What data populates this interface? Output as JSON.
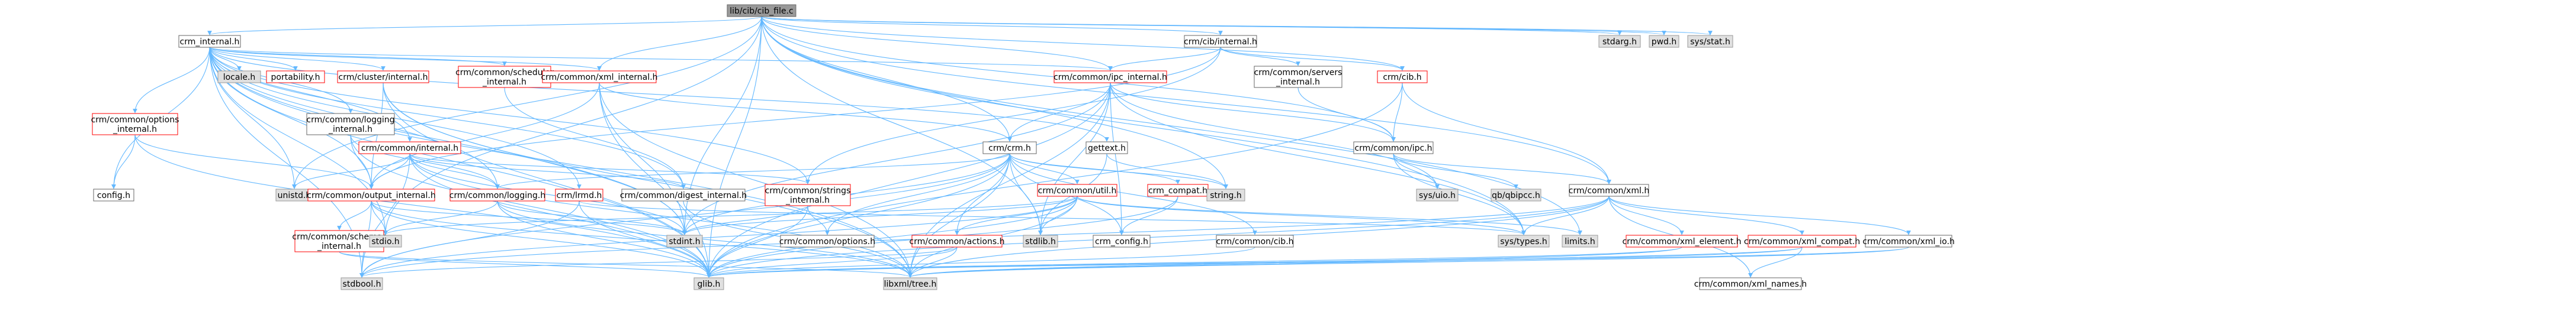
{
  "colors": {
    "root_fill": "#999999",
    "root_stroke": "#666666",
    "normal_fill": "#ffffff",
    "normal_stroke": "#666666",
    "red_fill": "#ffffff",
    "red_stroke": "#ff0000",
    "system_fill": "#e0e0e0",
    "system_stroke": "#999999",
    "edge": "#63b8ff",
    "text": "#000000"
  },
  "nodes": {
    "root": {
      "label": "lib/cib/cib_file.c",
      "kind": "root"
    },
    "crm_internal": {
      "label": "crm_internal.h",
      "kind": "normal"
    },
    "cib_internal": {
      "label": "crm/cib/internal.h",
      "kind": "normal"
    },
    "stdarg": {
      "label": "stdarg.h",
      "kind": "system"
    },
    "pwd": {
      "label": "pwd.h",
      "kind": "system"
    },
    "sysstat": {
      "label": "sys/stat.h",
      "kind": "system"
    },
    "locale": {
      "label": "locale.h",
      "kind": "system"
    },
    "portability": {
      "label": "portability.h",
      "kind": "red"
    },
    "cluster_internal": {
      "label": "crm/cluster/internal.h",
      "kind": "red"
    },
    "scheduler_internal": {
      "label": "crm/common/scheduler\n_internal.h",
      "kind": "red"
    },
    "xml_internal": {
      "label": "crm/common/xml_internal.h",
      "kind": "red"
    },
    "ipc_internal": {
      "label": "crm/common/ipc_internal.h",
      "kind": "red"
    },
    "servers_internal": {
      "label": "crm/common/servers\n_internal.h",
      "kind": "normal"
    },
    "cib_h": {
      "label": "crm/cib.h",
      "kind": "red"
    },
    "options_internal": {
      "label": "crm/common/options\n_internal.h",
      "kind": "red"
    },
    "logging_internal": {
      "label": "crm/common/logging\n_internal.h",
      "kind": "normal"
    },
    "common_internal": {
      "label": "crm/common/internal.h",
      "kind": "red"
    },
    "crm_h": {
      "label": "crm/crm.h",
      "kind": "normal"
    },
    "gettext": {
      "label": "gettext.h",
      "kind": "normal"
    },
    "ipc_h": {
      "label": "crm/common/ipc.h",
      "kind": "normal"
    },
    "config": {
      "label": "config.h",
      "kind": "normal"
    },
    "unistd": {
      "label": "unistd.h",
      "kind": "system"
    },
    "output_internal": {
      "label": "crm/common/output_internal.h",
      "kind": "red"
    },
    "logging_h": {
      "label": "crm/common/logging.h",
      "kind": "red"
    },
    "lrmd": {
      "label": "crm/lrmd.h",
      "kind": "red"
    },
    "digest_internal": {
      "label": "crm/common/digest_internal.h",
      "kind": "normal"
    },
    "strings_internal": {
      "label": "crm/common/strings\n_internal.h",
      "kind": "red"
    },
    "util_h": {
      "label": "crm/common/util.h",
      "kind": "red"
    },
    "crm_compat": {
      "label": "crm_compat.h",
      "kind": "red"
    },
    "string_h": {
      "label": "string.h",
      "kind": "system"
    },
    "sysuio": {
      "label": "sys/uio.h",
      "kind": "system"
    },
    "qbipcc": {
      "label": "qb/qbipcc.h",
      "kind": "system"
    },
    "xml_h": {
      "label": "crm/common/xml.h",
      "kind": "normal"
    },
    "schemas_internal": {
      "label": "crm/common/schemas\n_internal.h",
      "kind": "red"
    },
    "stdio": {
      "label": "stdio.h",
      "kind": "system"
    },
    "stdint": {
      "label": "stdint.h",
      "kind": "system"
    },
    "options_h": {
      "label": "crm/common/options.h",
      "kind": "normal"
    },
    "actions": {
      "label": "crm/common/actions.h",
      "kind": "red"
    },
    "stdlib": {
      "label": "stdlib.h",
      "kind": "system"
    },
    "crm_config": {
      "label": "crm_config.h",
      "kind": "normal"
    },
    "common_cib": {
      "label": "crm/common/cib.h",
      "kind": "normal"
    },
    "systypes": {
      "label": "sys/types.h",
      "kind": "system"
    },
    "limits": {
      "label": "limits.h",
      "kind": "system"
    },
    "xml_element": {
      "label": "crm/common/xml_element.h",
      "kind": "red"
    },
    "xml_compat": {
      "label": "crm/common/xml_compat.h",
      "kind": "red"
    },
    "xml_io": {
      "label": "crm/common/xml_io.h",
      "kind": "normal"
    },
    "stdbool": {
      "label": "stdbool.h",
      "kind": "system"
    },
    "glib": {
      "label": "glib.h",
      "kind": "system"
    },
    "libxml": {
      "label": "libxml/tree.h",
      "kind": "system"
    },
    "xml_names": {
      "label": "crm/common/xml_names.h",
      "kind": "normal"
    }
  },
  "edges": [
    [
      "root",
      "crm_internal"
    ],
    [
      "root",
      "cib_internal"
    ],
    [
      "root",
      "stdarg"
    ],
    [
      "root",
      "pwd"
    ],
    [
      "root",
      "sysstat"
    ],
    [
      "root",
      "xml_internal"
    ],
    [
      "root",
      "ipc_internal"
    ],
    [
      "root",
      "cib_h"
    ],
    [
      "root",
      "crm_h"
    ],
    [
      "root",
      "ipc_h"
    ],
    [
      "root",
      "string_h"
    ],
    [
      "root",
      "stdio"
    ],
    [
      "root",
      "unistd"
    ],
    [
      "root",
      "xml_h"
    ],
    [
      "root",
      "stdint"
    ],
    [
      "root",
      "systypes"
    ],
    [
      "root",
      "limits"
    ],
    [
      "root",
      "stdlib"
    ],
    [
      "root",
      "glib"
    ],
    [
      "crm_internal",
      "config"
    ],
    [
      "crm_internal",
      "locale"
    ],
    [
      "crm_internal",
      "portability"
    ],
    [
      "crm_internal",
      "cluster_internal"
    ],
    [
      "crm_internal",
      "scheduler_internal"
    ],
    [
      "crm_internal",
      "xml_internal"
    ],
    [
      "crm_internal",
      "ipc_internal"
    ],
    [
      "crm_internal",
      "options_internal"
    ],
    [
      "crm_internal",
      "logging_internal"
    ],
    [
      "crm_internal",
      "common_internal"
    ],
    [
      "crm_internal",
      "gettext"
    ],
    [
      "crm_internal",
      "output_internal"
    ],
    [
      "crm_internal",
      "logging_h"
    ],
    [
      "crm_internal",
      "lrmd"
    ],
    [
      "crm_internal",
      "digest_internal"
    ],
    [
      "crm_internal",
      "stdbool"
    ],
    [
      "crm_internal",
      "glib"
    ],
    [
      "crm_internal",
      "libxml"
    ],
    [
      "crm_internal",
      "stdint"
    ],
    [
      "crm_internal",
      "stdio"
    ],
    [
      "crm_internal",
      "unistd"
    ],
    [
      "crm_internal",
      "strings_internal"
    ],
    [
      "cib_internal",
      "ipc_internal"
    ],
    [
      "cib_internal",
      "servers_internal"
    ],
    [
      "cib_internal",
      "cib_h"
    ],
    [
      "cib_internal",
      "output_internal"
    ],
    [
      "cib_internal",
      "strings_internal"
    ],
    [
      "servers_internal",
      "ipc_h"
    ],
    [
      "cib_h",
      "ipc_h"
    ],
    [
      "cib_h",
      "xml_h"
    ],
    [
      "cib_h",
      "glib"
    ],
    [
      "ipc_internal",
      "crm_h"
    ],
    [
      "ipc_internal",
      "ipc_h"
    ],
    [
      "ipc_internal",
      "sysuio"
    ],
    [
      "ipc_internal",
      "stdint"
    ],
    [
      "ipc_internal",
      "glib"
    ],
    [
      "ipc_internal",
      "libxml"
    ],
    [
      "ipc_internal",
      "systypes"
    ],
    [
      "ipc_internal",
      "stdlib"
    ],
    [
      "ipc_internal",
      "crm_config"
    ],
    [
      "ipc_h",
      "sysuio"
    ],
    [
      "ipc_h",
      "qbipcc"
    ],
    [
      "ipc_h",
      "xml_h"
    ],
    [
      "ipc_h",
      "systypes"
    ],
    [
      "xml_internal",
      "crm_h"
    ],
    [
      "xml_internal",
      "stdint"
    ],
    [
      "xml_internal",
      "glib"
    ],
    [
      "xml_internal",
      "libxml"
    ],
    [
      "xml_internal",
      "output_internal"
    ],
    [
      "crm_h",
      "string_h"
    ],
    [
      "crm_h",
      "stdlib"
    ],
    [
      "crm_h",
      "glib"
    ],
    [
      "crm_h",
      "libxml"
    ],
    [
      "crm_h",
      "util_h"
    ],
    [
      "crm_h",
      "crm_compat"
    ],
    [
      "crm_h",
      "actions"
    ],
    [
      "crm_h",
      "options_h"
    ],
    [
      "crm_h",
      "common_cib"
    ],
    [
      "crm_h",
      "crm_config"
    ],
    [
      "crm_h",
      "logging_h"
    ],
    [
      "crm_h",
      "stdbool"
    ],
    [
      "crm_h",
      "stdint"
    ],
    [
      "gettext",
      "string_h"
    ],
    [
      "gettext",
      "stdlib"
    ],
    [
      "cluster_internal",
      "stdint"
    ],
    [
      "cluster_internal",
      "glib"
    ],
    [
      "cluster_internal",
      "output_internal"
    ],
    [
      "cluster_internal",
      "libxml"
    ],
    [
      "scheduler_internal",
      "digest_internal"
    ],
    [
      "options_internal",
      "config"
    ],
    [
      "options_internal",
      "output_internal"
    ],
    [
      "options_internal",
      "glib"
    ],
    [
      "logging_internal",
      "output_internal"
    ],
    [
      "logging_internal",
      "logging_h"
    ],
    [
      "logging_internal",
      "glib"
    ],
    [
      "common_internal",
      "unistd"
    ],
    [
      "common_internal",
      "output_internal"
    ],
    [
      "common_internal",
      "logging_h"
    ],
    [
      "common_internal",
      "digest_internal"
    ],
    [
      "common_internal",
      "strings_internal"
    ],
    [
      "common_internal",
      "stdint"
    ],
    [
      "common_internal",
      "glib"
    ],
    [
      "common_internal",
      "libxml"
    ],
    [
      "common_internal",
      "stdbool"
    ],
    [
      "lrmd",
      "stdbool"
    ],
    [
      "lrmd",
      "glib"
    ],
    [
      "lrmd",
      "systypes"
    ],
    [
      "output_internal",
      "stdio"
    ],
    [
      "output_internal",
      "stdbool"
    ],
    [
      "output_internal",
      "glib"
    ],
    [
      "output_internal",
      "libxml"
    ],
    [
      "output_internal",
      "schemas_internal"
    ],
    [
      "output_internal",
      "stdint"
    ],
    [
      "logging_h",
      "stdio"
    ],
    [
      "logging_h",
      "glib"
    ],
    [
      "logging_h",
      "libxml"
    ],
    [
      "logging_h",
      "stdint"
    ],
    [
      "digest_internal",
      "libxml"
    ],
    [
      "strings_internal",
      "glib"
    ],
    [
      "strings_internal",
      "stdint"
    ],
    [
      "strings_internal",
      "options_h"
    ],
    [
      "util_h",
      "stdint"
    ],
    [
      "util_h",
      "stdio"
    ],
    [
      "util_h",
      "stdlib"
    ],
    [
      "util_h",
      "limits"
    ],
    [
      "util_h",
      "systypes"
    ],
    [
      "util_h",
      "glib"
    ],
    [
      "util_h",
      "libxml"
    ],
    [
      "util_h",
      "actions"
    ],
    [
      "util_h",
      "stdbool"
    ],
    [
      "crm_compat",
      "crm_config"
    ],
    [
      "crm_compat",
      "glib"
    ],
    [
      "actions",
      "stdbool"
    ],
    [
      "actions",
      "glib"
    ],
    [
      "actions",
      "libxml"
    ],
    [
      "common_cib",
      "glib"
    ],
    [
      "schemas_internal",
      "glib"
    ],
    [
      "schemas_internal",
      "libxml"
    ],
    [
      "xml_h",
      "libxml"
    ],
    [
      "xml_h",
      "glib"
    ],
    [
      "xml_h",
      "stdbool"
    ],
    [
      "xml_h",
      "systypes"
    ],
    [
      "xml_h",
      "xml_element"
    ],
    [
      "xml_h",
      "xml_compat"
    ],
    [
      "xml_h",
      "xml_io"
    ],
    [
      "xml_h",
      "xml_names"
    ],
    [
      "xml_element",
      "glib"
    ],
    [
      "xml_element",
      "libxml"
    ],
    [
      "xml_compat",
      "glib"
    ],
    [
      "xml_compat",
      "libxml"
    ],
    [
      "xml_compat",
      "xml_names"
    ],
    [
      "xml_io",
      "glib"
    ],
    [
      "xml_io",
      "libxml"
    ]
  ]
}
